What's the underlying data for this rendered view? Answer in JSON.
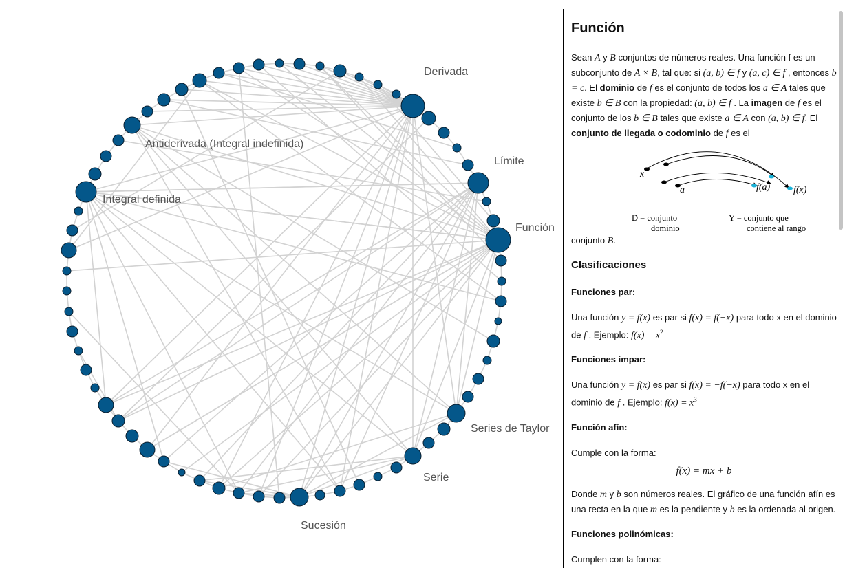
{
  "graph": {
    "labels": {
      "derivada": "Derivada",
      "antiderivada": "Antiderivada (Integral indefinida)",
      "limite": "Límite",
      "integral": "Integral definida",
      "funcion": "Función",
      "taylor": "Series de Taylor",
      "serie": "Serie",
      "sucesion": "Sucesión"
    }
  },
  "panel": {
    "title": "Función",
    "intro": {
      "t1": "Sean ",
      "A": "A",
      "y": " y ",
      "B": "B",
      "t2": " conjuntos de números reales. Una función f es un subconjunto de ",
      "AxB": "A × B",
      "t3": ", tal que: si ",
      "ab": "(a, b) ∈ f",
      "t4": " y ",
      "ac": "(a, c) ∈ f",
      "t5": " , entonces ",
      "bc": "b = c",
      "t6": ". El ",
      "dominio": "dominio",
      "t7": " de ",
      "f1": "f",
      "t8": " es el conjunto de todos los ",
      "aA": "a ∈ A",
      "t9": " tales que existe ",
      "bB": "b ∈ B",
      "t10": " con la propiedad: ",
      "abf": "(a, b) ∈ f",
      "t11": " . La ",
      "imagen": "imagen",
      "t12": " de ",
      "f2": "f",
      "t13": " es el conjunto de los ",
      "bB2": "b ∈ B",
      "t14": " tales que existe ",
      "aA2": "a ∈ A",
      "t15": " con ",
      "abf2": "(a, b) ∈ f",
      "t16": ". El ",
      "codominio": "conjunto de llegada o codominio",
      "t17": " de ",
      "f3": "f",
      "t18": " es el",
      "t19": "conjunto ",
      "B2": "B",
      "t20": "."
    },
    "figure": {
      "x": "x",
      "a": "a",
      "fa": "f(a)",
      "fx": "f(x)",
      "d1": "D = conjunto",
      "d2": "dominio",
      "y1": "Y = conjunto que",
      "y2": "contiene al rango"
    },
    "clasificaciones": "Clasificaciones",
    "par": {
      "title": "Funciones par:",
      "t1": "Una función ",
      "m1": "y = f(x)",
      "t2": " es par si ",
      "m2": "f(x) = f(−x)",
      "t3": " para todo x en el dominio de ",
      "m3": "f",
      "t4": " . Ejemplo: ",
      "m4": "f(x) = x",
      "exp": "2"
    },
    "impar": {
      "title": "Funciones impar:",
      "t1": "Una función ",
      "m1": "y = f(x)",
      "t2": " es par si ",
      "m2": "f(x) = −f(−x)",
      "t3": " para todo x en el dominio de ",
      "m3": "f",
      "t4": " . Ejemplo: ",
      "m4": "f(x) = x",
      "exp": "3"
    },
    "afin": {
      "title": "Función afín:",
      "t1": "Cumple con la forma:",
      "formula": "f(x) = mx + b",
      "t2": "Donde ",
      "m": "m",
      "t3": " y ",
      "b": "b",
      "t4": " son números reales. El gráfico de una función afín es una recta en la que ",
      "m2": "m",
      "t5": " es la pendiente y ",
      "b2": "b",
      "t6": " es la ordenada al origen."
    },
    "polinomicas": {
      "title": "Funciones polinómicas:",
      "t1": "Cumplen con la forma:"
    }
  }
}
